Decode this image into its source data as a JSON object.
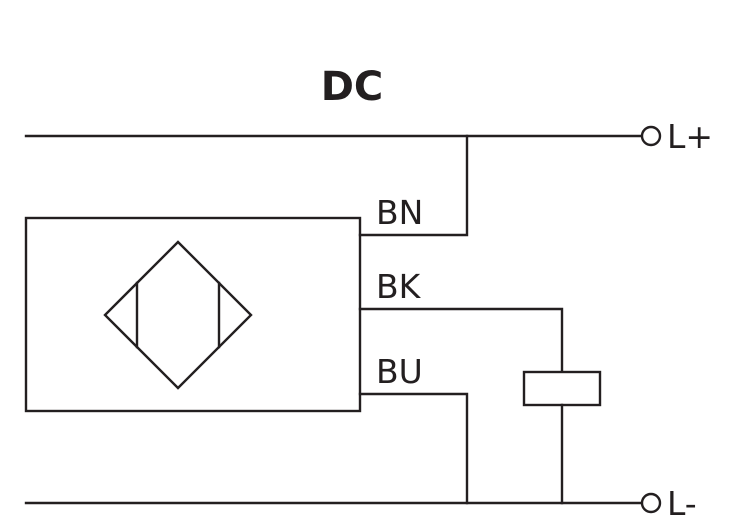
{
  "title": "DC",
  "terminals": {
    "positive": "L+",
    "negative": "L-"
  },
  "wires": {
    "brown": "BN",
    "black": "BK",
    "blue": "BU"
  },
  "colors": {
    "line": "#231f20",
    "background": "#ffffff"
  },
  "icons": {
    "sensor_symbol": "inductive-sensor-diamond-icon",
    "load": "load-resistor-icon"
  }
}
